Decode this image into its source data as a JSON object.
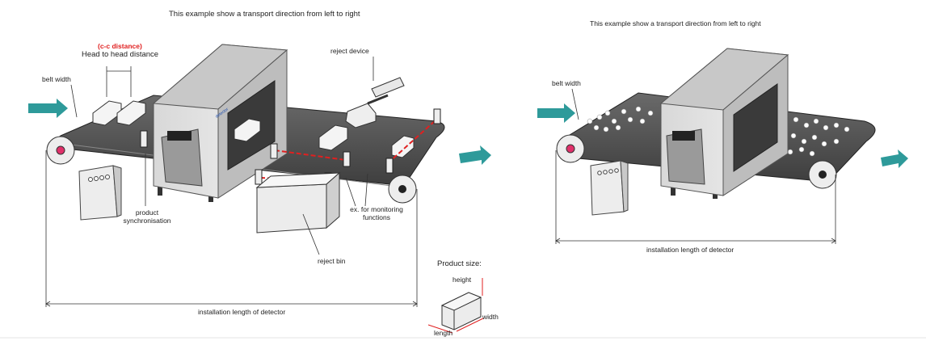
{
  "left": {
    "title": "This example show a transport direction from left to right",
    "cc_distance": "(c-c distance)",
    "head_distance": "Head to head distance",
    "belt_width": "belt width",
    "reject_device": "reject device",
    "product_sync_1": "product",
    "product_sync_2": "synchronisation",
    "monitoring_1": "ex. for monitoring",
    "monitoring_2": "functions",
    "reject_bin": "reject bin",
    "install_length": "installation length of detector",
    "product_size": "Product size:",
    "height": "height",
    "width": "width",
    "length": "length"
  },
  "right": {
    "title": "This example show a transport direction from left to right",
    "belt_width": "belt width",
    "install_length": "installation length of detector"
  },
  "colors": {
    "arrow": "#2e9a9a",
    "belt": "#555555",
    "machine_light": "#e4e4e4",
    "machine_dark": "#a8a8a8",
    "red_line": "#e02020"
  }
}
